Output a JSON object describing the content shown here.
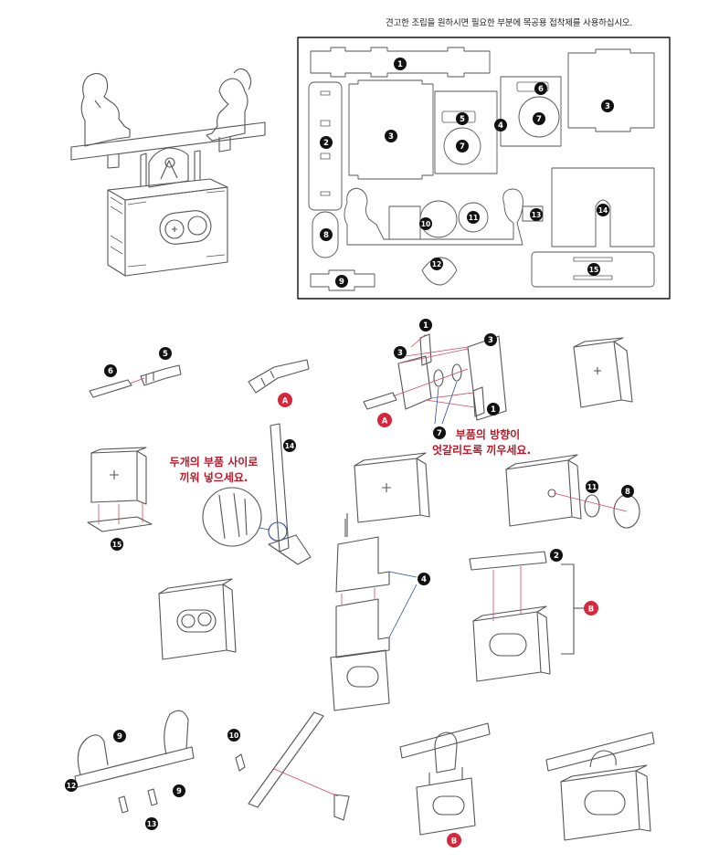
{
  "header": {
    "note": "견고한 조립을 원하시면 필요한 부분에 목공용 접착제를 사용하십시오."
  },
  "parts_sheet": {
    "numbers": [
      "1",
      "2",
      "3",
      "3",
      "4",
      "5",
      "6",
      "7",
      "7",
      "8",
      "9",
      "10",
      "11",
      "12",
      "13",
      "14",
      "15"
    ]
  },
  "steps": {
    "callout_a_1": "A",
    "callout_a_2": "A",
    "callout_b_1": "B",
    "callout_b_2": "B",
    "step1_parts": [
      "6",
      "5"
    ],
    "step2_parts": [
      "1",
      "3",
      "3",
      "1",
      "7"
    ],
    "tip_orientation": "부품의 방향이\n엇갈리도록 끼우세요.",
    "tip_insert": "두개의 부품 사이로\n끼워 넣으세요.",
    "step3_parts": [
      "14",
      "15"
    ],
    "step4_parts": [
      "11",
      "8"
    ],
    "step5_parts": [
      "4"
    ],
    "step6_parts": [
      "2"
    ],
    "step7_parts": [
      "9",
      "12",
      "9",
      "13"
    ],
    "step8_parts": [
      "10"
    ]
  }
}
